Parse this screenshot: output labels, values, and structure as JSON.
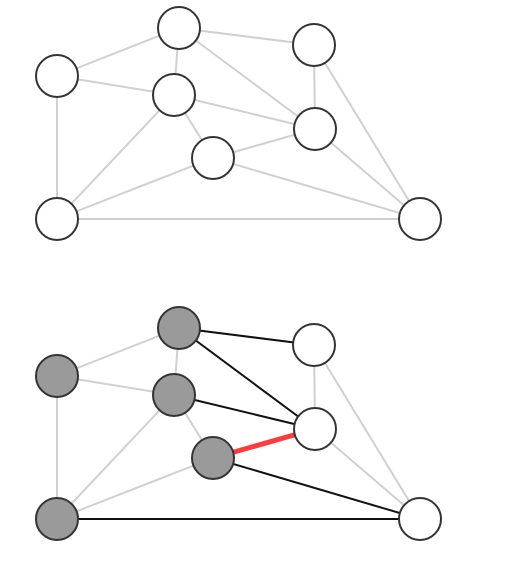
{
  "colors": {
    "background": "#ffffff",
    "edge_light": "#d0d0d0",
    "edge_crossing": "#111111",
    "edge_highlight": "#ff3b3b",
    "node_fill_unvisited": "#ffffff",
    "node_fill_visited": "#9a9a9a",
    "node_stroke": "#333333"
  },
  "graphs": [
    {
      "id": "graph-top",
      "nodes": [
        {
          "id": "A",
          "state": "unvisited"
        },
        {
          "id": "B",
          "state": "unvisited"
        },
        {
          "id": "C",
          "state": "unvisited"
        },
        {
          "id": "D",
          "state": "unvisited"
        },
        {
          "id": "E",
          "state": "unvisited"
        },
        {
          "id": "F",
          "state": "unvisited"
        },
        {
          "id": "G",
          "state": "unvisited"
        },
        {
          "id": "H",
          "state": "unvisited"
        }
      ],
      "edges": [
        {
          "from": "A",
          "to": "B",
          "style": "light"
        },
        {
          "from": "A",
          "to": "D",
          "style": "light"
        },
        {
          "from": "A",
          "to": "G",
          "style": "light"
        },
        {
          "from": "B",
          "to": "D",
          "style": "light"
        },
        {
          "from": "B",
          "to": "C",
          "style": "light"
        },
        {
          "from": "B",
          "to": "E",
          "style": "light"
        },
        {
          "from": "D",
          "to": "E",
          "style": "light"
        },
        {
          "from": "D",
          "to": "F",
          "style": "light"
        },
        {
          "from": "D",
          "to": "G",
          "style": "light"
        },
        {
          "from": "C",
          "to": "E",
          "style": "light"
        },
        {
          "from": "C",
          "to": "H",
          "style": "light"
        },
        {
          "from": "E",
          "to": "F",
          "style": "light"
        },
        {
          "from": "E",
          "to": "H",
          "style": "light"
        },
        {
          "from": "F",
          "to": "G",
          "style": "light"
        },
        {
          "from": "F",
          "to": "H",
          "style": "light"
        },
        {
          "from": "G",
          "to": "H",
          "style": "light"
        }
      ]
    },
    {
      "id": "graph-bottom",
      "nodes": [
        {
          "id": "A",
          "state": "visited"
        },
        {
          "id": "B",
          "state": "visited"
        },
        {
          "id": "C",
          "state": "unvisited"
        },
        {
          "id": "D",
          "state": "visited"
        },
        {
          "id": "E",
          "state": "unvisited"
        },
        {
          "id": "F",
          "state": "visited"
        },
        {
          "id": "G",
          "state": "visited"
        },
        {
          "id": "H",
          "state": "unvisited"
        }
      ],
      "edges": [
        {
          "from": "A",
          "to": "B",
          "style": "light"
        },
        {
          "from": "A",
          "to": "D",
          "style": "light"
        },
        {
          "from": "A",
          "to": "G",
          "style": "light"
        },
        {
          "from": "B",
          "to": "D",
          "style": "light"
        },
        {
          "from": "B",
          "to": "C",
          "style": "crossing"
        },
        {
          "from": "B",
          "to": "E",
          "style": "crossing"
        },
        {
          "from": "D",
          "to": "E",
          "style": "crossing"
        },
        {
          "from": "D",
          "to": "F",
          "style": "light"
        },
        {
          "from": "D",
          "to": "G",
          "style": "light"
        },
        {
          "from": "C",
          "to": "E",
          "style": "light"
        },
        {
          "from": "C",
          "to": "H",
          "style": "light"
        },
        {
          "from": "E",
          "to": "F",
          "style": "highlight"
        },
        {
          "from": "E",
          "to": "H",
          "style": "light"
        },
        {
          "from": "F",
          "to": "G",
          "style": "light"
        },
        {
          "from": "F",
          "to": "H",
          "style": "crossing"
        },
        {
          "from": "G",
          "to": "H",
          "style": "crossing"
        }
      ]
    }
  ]
}
